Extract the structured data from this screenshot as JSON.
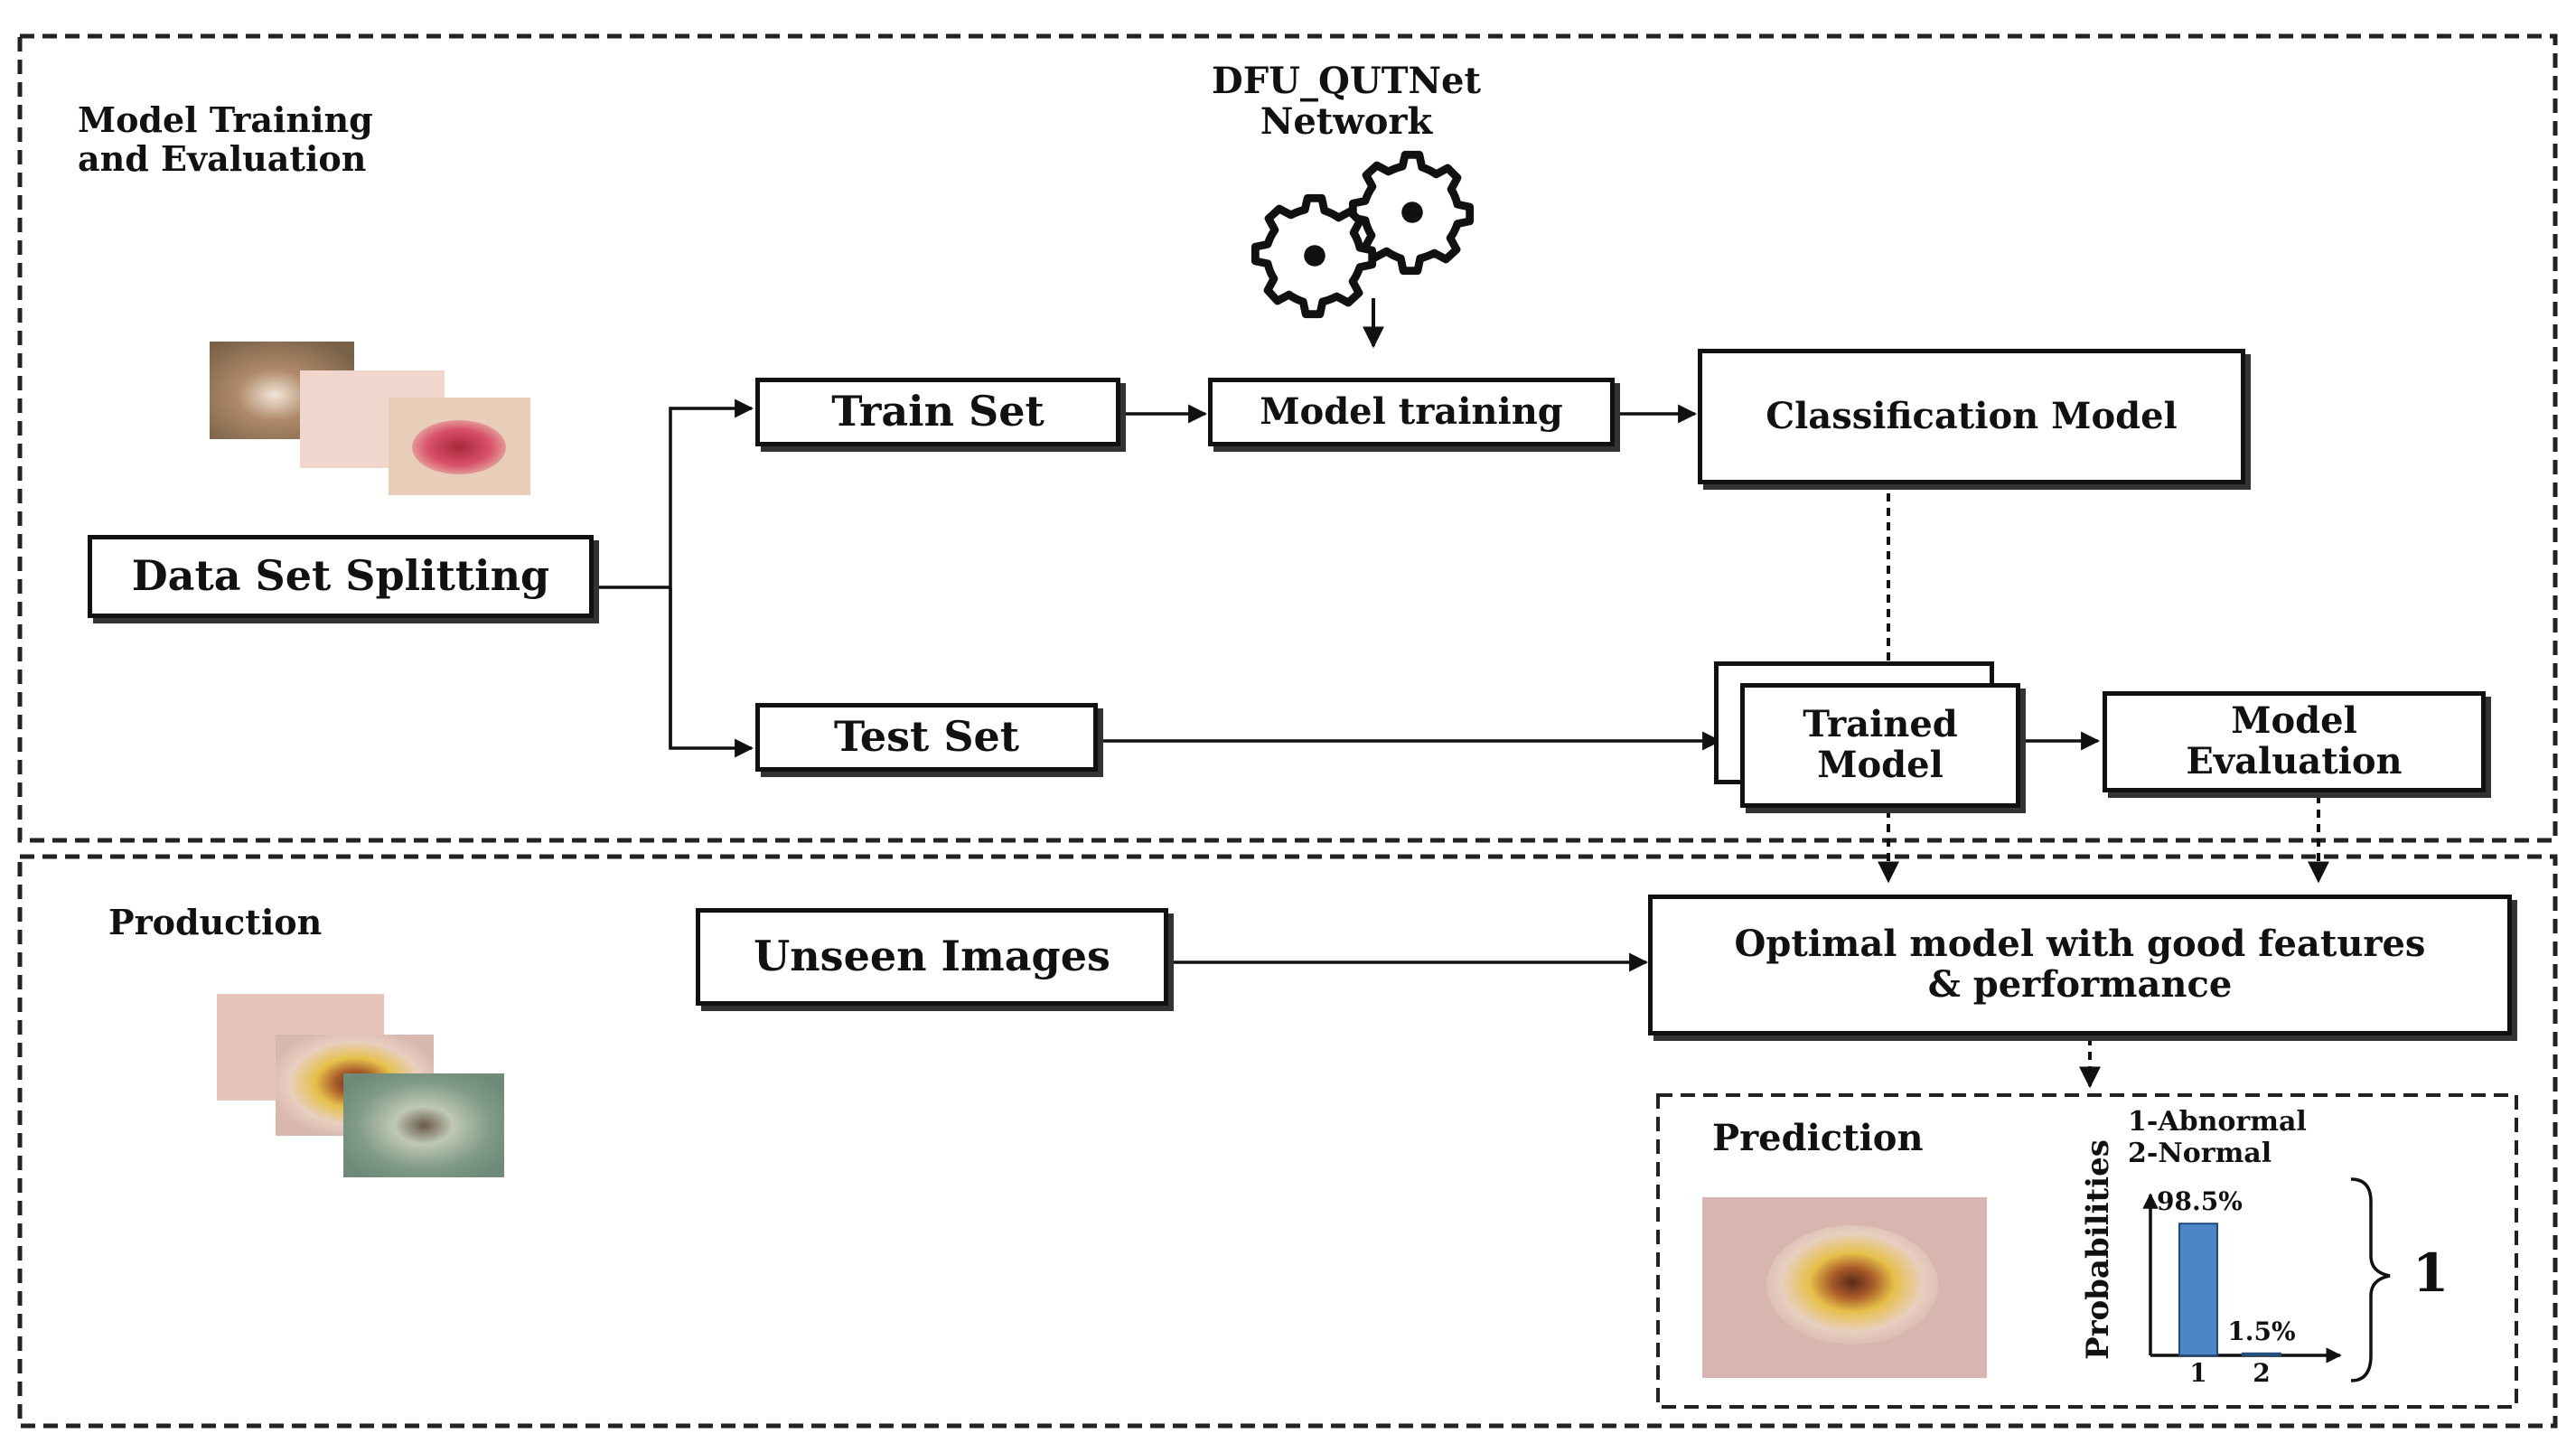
{
  "sections": {
    "training": {
      "title": "Model Training\nand Evaluation"
    },
    "production": {
      "title": "Production"
    }
  },
  "network": {
    "title": "DFU_QUTNet\nNetwork",
    "icon": "gears-icon"
  },
  "nodes": {
    "data_set_splitting": "Data Set Splitting",
    "train_set": "Train Set",
    "model_training": "Model training",
    "classification_model": "Classification Model",
    "test_set": "Test Set",
    "trained_model": "Trained\nModel",
    "model_evaluation": "Model\nEvaluation",
    "unseen_images": "Unseen Images",
    "optimal_model": "Optimal model with good features\n& performance"
  },
  "prediction": {
    "title": "Prediction",
    "legend": [
      "1-Abnormal",
      "2-Normal"
    ],
    "result": "1",
    "chart_data": {
      "type": "bar",
      "categories": [
        "1",
        "2"
      ],
      "values": [
        98.5,
        1.5
      ],
      "value_labels": [
        "98.5%",
        "1.5%"
      ],
      "ylabel": "Probabilities",
      "bar_color": "#4a86c8"
    }
  },
  "colors": {
    "line": "#111111",
    "bar": "#4a86c8",
    "wound_red": "#c8404e",
    "skin": "#e8c4b8"
  }
}
